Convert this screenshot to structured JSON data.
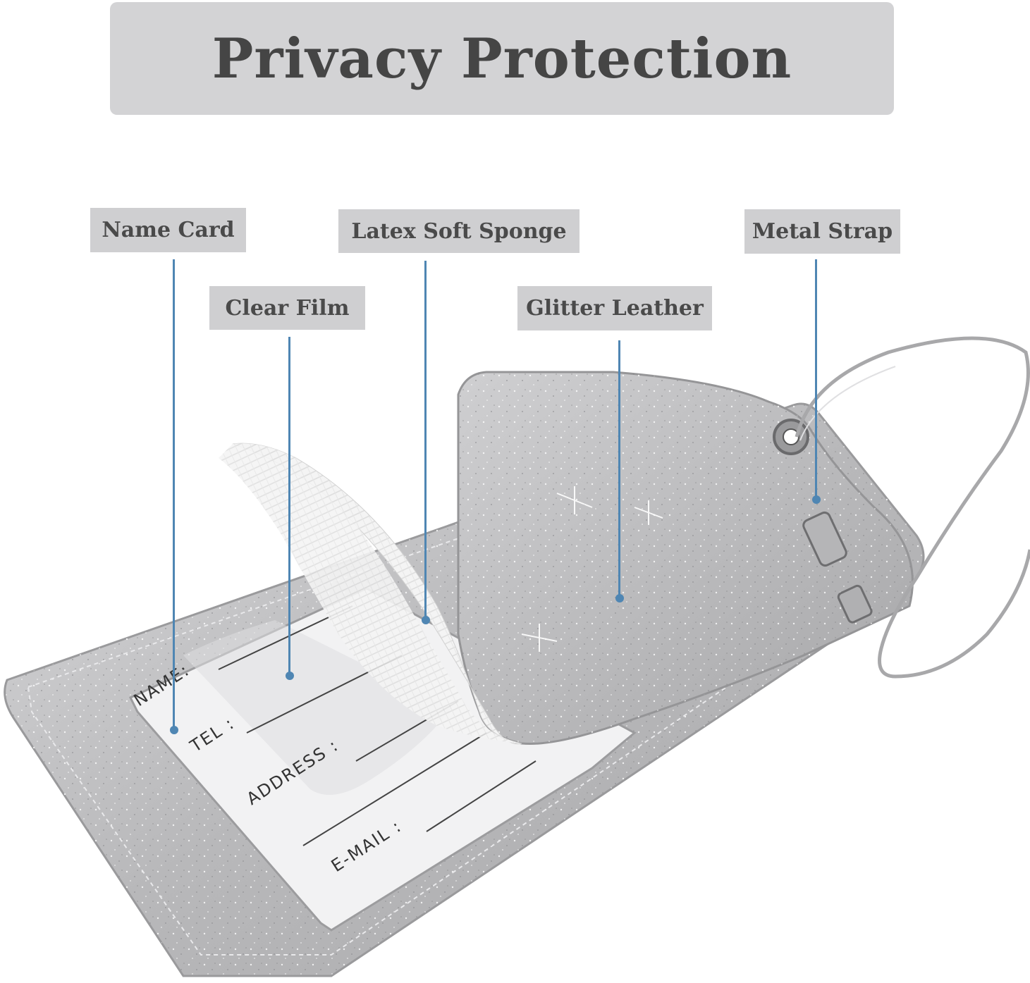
{
  "title": "Privacy Protection",
  "callouts": {
    "name_card": "Name Card",
    "clear_film": "Clear Film",
    "latex_soft_sponge": "Latex Soft Sponge",
    "glitter_leather": "Glitter Leather",
    "metal_strap": "Metal Strap"
  },
  "card_fields": {
    "name": "NAME:",
    "tel": "TEL :",
    "address": "ADDRESS :",
    "email": "E-MAIL :"
  },
  "colors": {
    "banner_bg": "#d3d3d5",
    "label_bg": "#cfcfd1",
    "leader_line": "#4f86b3",
    "glitter_silver": "#bfbfc1"
  }
}
